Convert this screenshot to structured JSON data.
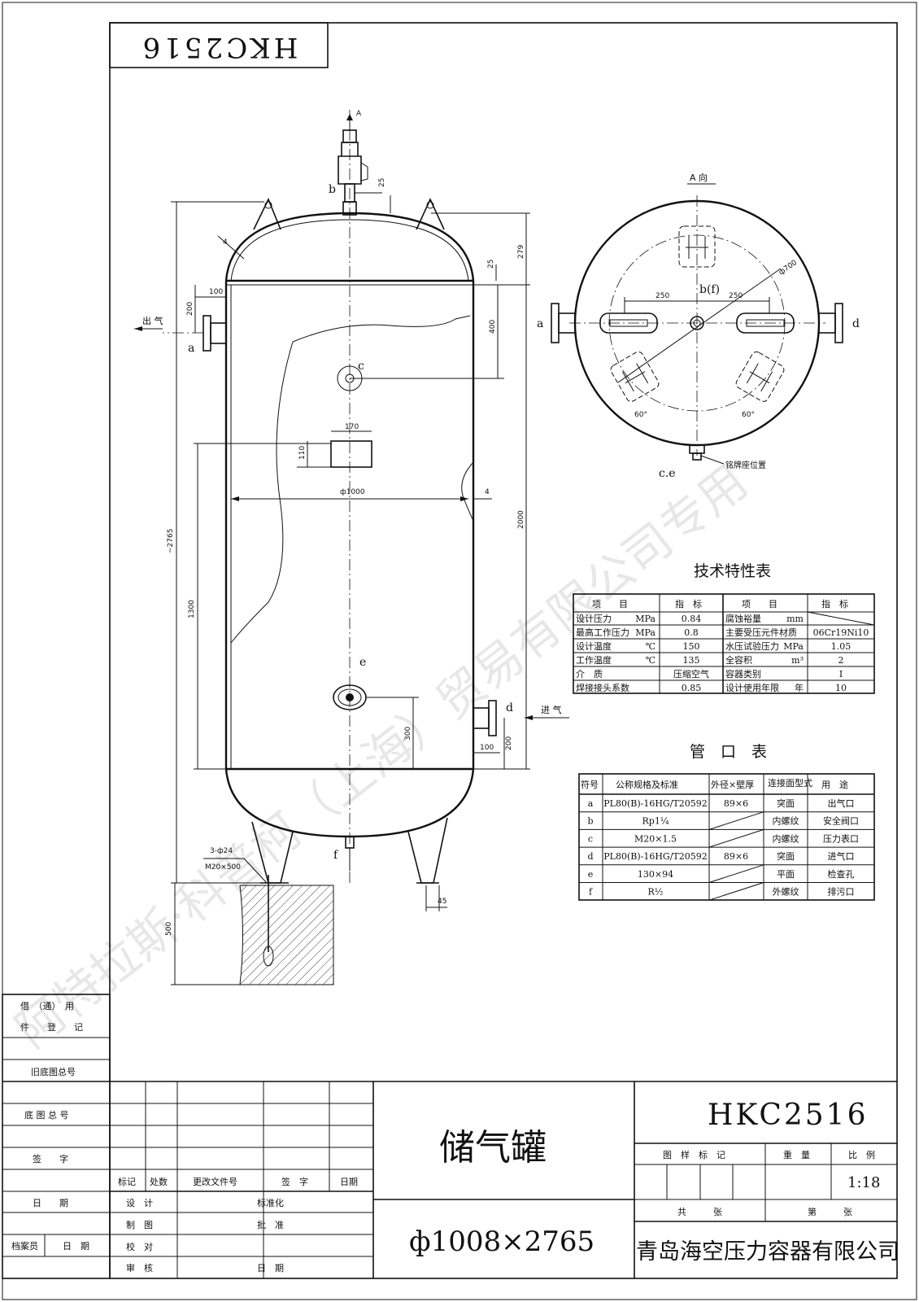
{
  "title_block_top": {
    "code_mirrored": "HKC2516"
  },
  "watermark": "阿特拉斯·科普柯（上海）贸易有限公司专用",
  "drawing": {
    "view_a_label": "A",
    "view_a_title": "A 向",
    "outlet_label": "出 气",
    "inlet_label": "进 气",
    "nozzles": {
      "a": "a",
      "b": "b",
      "c": "c",
      "d": "d",
      "e": "e",
      "f": "f",
      "bf": "b(f)",
      "ce": "c.e"
    },
    "nameplate_label": "铭牌座位置",
    "anchor_label_1": "3-ф24",
    "anchor_label_2": "M20×500",
    "dims": {
      "d25a": "25",
      "d279": "279",
      "d25b": "25",
      "d100a": "100",
      "d200a": "200",
      "d400": "400",
      "d170": "170",
      "d110": "110",
      "d1000": "ф1000",
      "d4": "4",
      "d2765": "~2765",
      "d2000": "2000",
      "d1300": "1300",
      "d300": "300",
      "d100b": "100",
      "d200b": "200",
      "d45": "45",
      "d500": "500",
      "d4wall": "4",
      "d250a": "250",
      "d250b": "250",
      "d700": "ф700",
      "a60a": "60°",
      "a60b": "60°"
    }
  },
  "tech_table": {
    "title": "技术特性表",
    "headers": [
      "项　　目",
      "指　标",
      "项　　目",
      "指　标"
    ],
    "rows": [
      [
        "设计压力",
        "MPa",
        "0.84",
        "腐蚀裕量",
        "mm",
        ""
      ],
      [
        "最高工作压力",
        "MPa",
        "0.8",
        "主要受压元件材质",
        "",
        "06Cr19Ni10"
      ],
      [
        "设计温度",
        "℃",
        "150",
        "水压试验压力",
        "MPa",
        "1.05"
      ],
      [
        "工作温度",
        "℃",
        "135",
        "全容积",
        "m³",
        "2"
      ],
      [
        "介　质",
        "",
        "压缩空气",
        "容器类别",
        "",
        "I"
      ],
      [
        "焊接接头系数",
        "",
        "0.85",
        "设计使用年限",
        "年",
        "10"
      ]
    ]
  },
  "nozzle_table": {
    "title": "管　口　表",
    "headers": [
      "符号",
      "公称规格及标准",
      "外径×壁厚",
      "连接面型式",
      "用　途"
    ],
    "rows": [
      [
        "a",
        "PL80(B)-16HG/T20592",
        "89×6",
        "突面",
        "出气口"
      ],
      [
        "b",
        "Rp1¼",
        "",
        "内螺纹",
        "安全阀口"
      ],
      [
        "c",
        "M20×1.5",
        "",
        "内螺纹",
        "压力表口"
      ],
      [
        "d",
        "PL80(B)-16HG/T20592",
        "89×6",
        "突面",
        "进气口"
      ],
      [
        "e",
        "130×94",
        "",
        "平面",
        "检查孔"
      ],
      [
        "f",
        "R½",
        "",
        "外螺纹",
        "排污口"
      ]
    ]
  },
  "left_column": {
    "borrow_1": "借　（通）　用",
    "borrow_2": "件　　登　　记",
    "old_base": "旧底图总号",
    "base_no": "底 图 总 号",
    "sign": "签　　字",
    "date": "日　　期",
    "archivist": "档案员",
    "date2": "日　期"
  },
  "rev_block": {
    "h1": "标记",
    "h2": "处数",
    "h3": "更改文件号",
    "h4": "签　字",
    "h5": "日期",
    "design": "设　计",
    "draw": "制　图",
    "check": "校　对",
    "review": "审　核",
    "std": "标准化",
    "approve": "批　准",
    "date": "日　期"
  },
  "title_block": {
    "name": "储气罐",
    "spec": "ф1008×2765",
    "code": "HKC2516",
    "marks": "图　样　标　记",
    "weight": "重　量",
    "scale_h": "比　例",
    "scale": "1:18",
    "total": "共　　　张",
    "sheet": "第　　　张",
    "company": "青岛海空压力容器有限公司"
  }
}
